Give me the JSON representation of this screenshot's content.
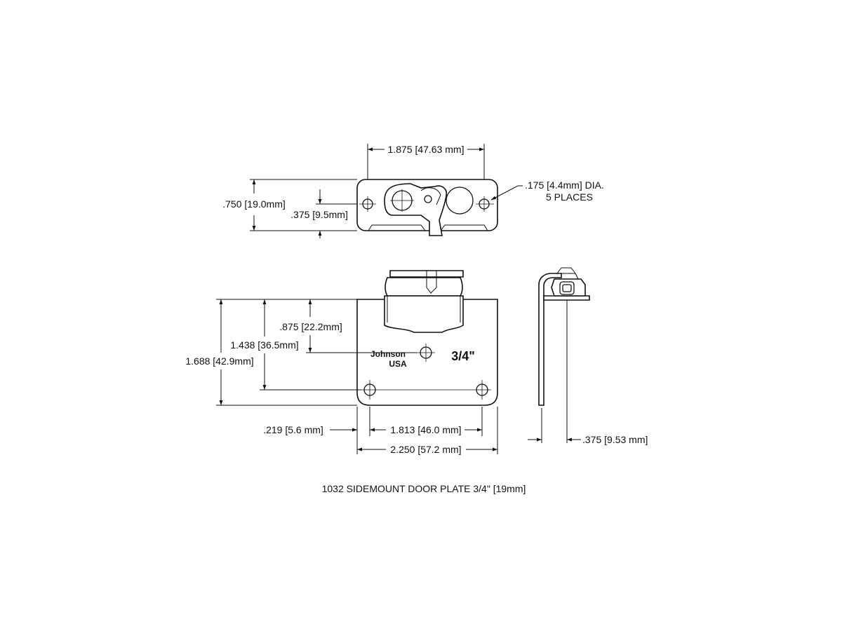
{
  "title": "1032 SIDEMOUNT DOOR PLATE 3/4\" [19mm]",
  "top_view": {
    "width_dim": "1.875 [47.63 mm]",
    "height_dim": ".750 [19.0mm]",
    "center_dim": ".375 [9.5mm]",
    "hole_note_line1": ".175 [4.4mm] DIA.",
    "hole_note_line2": "5 PLACES"
  },
  "front_view": {
    "dim_upper": ".875 [22.2mm]",
    "dim_middle": "1.438 [36.5mm]",
    "dim_overall": "1.688 [42.9mm]",
    "dim_edge": ".219 [5.6 mm]",
    "dim_hole_spacing": "1.813 [46.0 mm]",
    "dim_width": "2.250 [57.2 mm]",
    "stamp_brand_1": "Johnson",
    "stamp_brand_2": "USA",
    "stamp_size": "3/4\""
  },
  "side_view": {
    "dim_depth": ".375 [9.53 mm]"
  },
  "colors": {
    "line": "#111111",
    "background": "#ffffff"
  }
}
